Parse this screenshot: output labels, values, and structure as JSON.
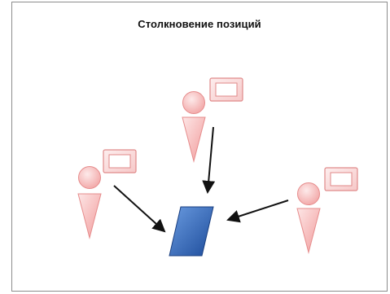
{
  "slide": {
    "title": "Столкновение позиций"
  },
  "diagram": {
    "figure_count": 3,
    "arrow_count": 3,
    "target_shape": "parallelogram",
    "colors": {
      "figure_fill_light": "#fde3e3",
      "figure_fill_dark": "#f4a8a8",
      "figure_stroke": "#e07f7f",
      "sign_fill": "#fbe3e3",
      "sign_inner": "#ffffff",
      "target_fill_light": "#5f8fd8",
      "target_fill_dark": "#1f4f9e",
      "target_stroke": "#1a3f80",
      "arrow_color": "#111111",
      "frame_border": "#8c8c8c"
    }
  }
}
